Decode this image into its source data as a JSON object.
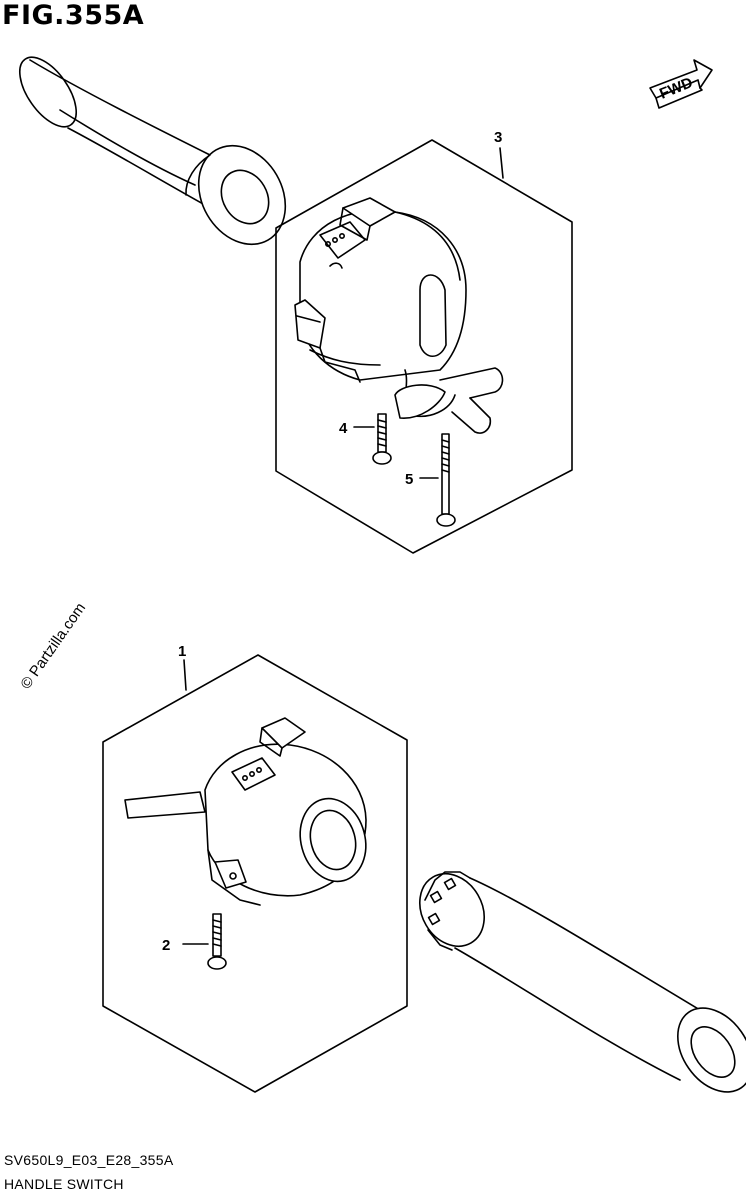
{
  "figure": {
    "title": "FIG.355A",
    "code": "SV650L9_E03_E28_355A",
    "name": "HANDLE SWITCH"
  },
  "badge": {
    "label": "FWD"
  },
  "watermark": "© Partzilla.com",
  "callouts": [
    {
      "label": "1"
    },
    {
      "label": "2"
    },
    {
      "label": "3"
    },
    {
      "label": "4"
    },
    {
      "label": "5"
    }
  ]
}
